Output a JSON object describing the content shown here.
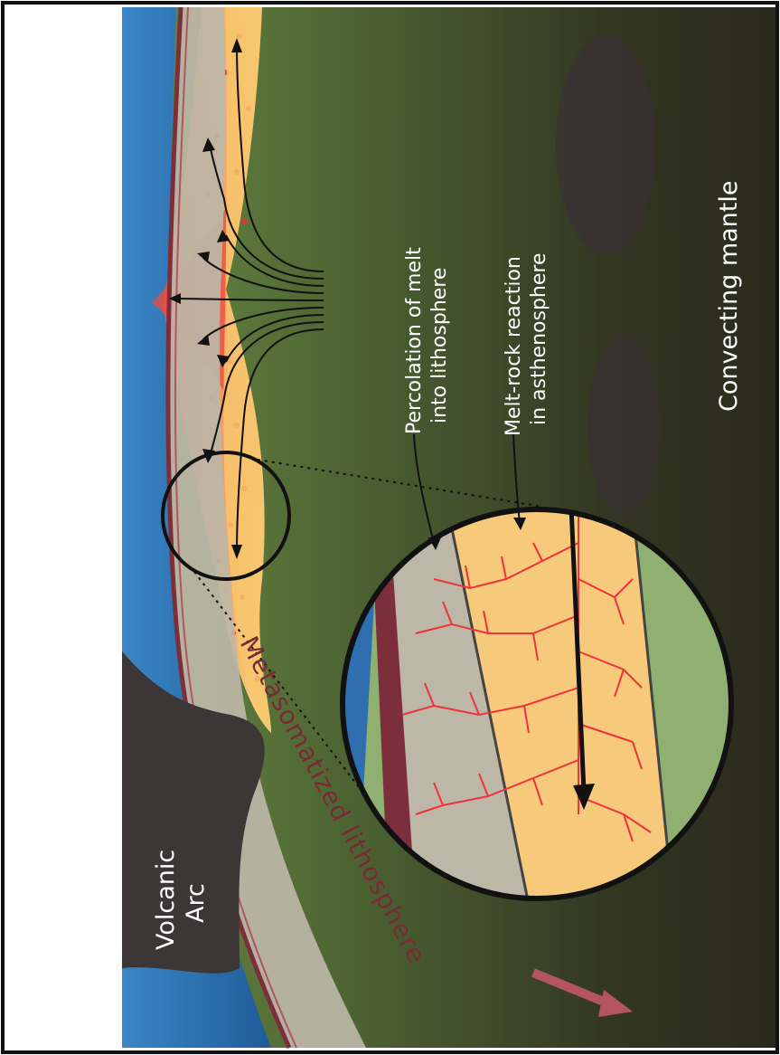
{
  "labels": {
    "volcanic_arc_line1": "Volcanic",
    "volcanic_arc_line2": "Arc",
    "metasomatized_lithosphere": "Metasomatized lithosphere",
    "percolation_line1": "Percolation of melt",
    "percolation_line2": "into lithosphere",
    "melt_rock_line1": "Melt-rock reaction",
    "melt_rock_line2": "in asthenosphere",
    "convecting_mantle": "Convecting mantle"
  },
  "colors": {
    "ocean": "#2a6fb0",
    "mantle_dark": "#2c2f1c",
    "mantle_green": "#5b7a3a",
    "lithosphere": "#b9b4a4",
    "lithosphere_edge": "#8a3440",
    "melt_zone": "#f5c46a",
    "melt_core": "#ef5b4a",
    "melt_veins": "#f0323c",
    "volcano": "#3f3a3a"
  }
}
